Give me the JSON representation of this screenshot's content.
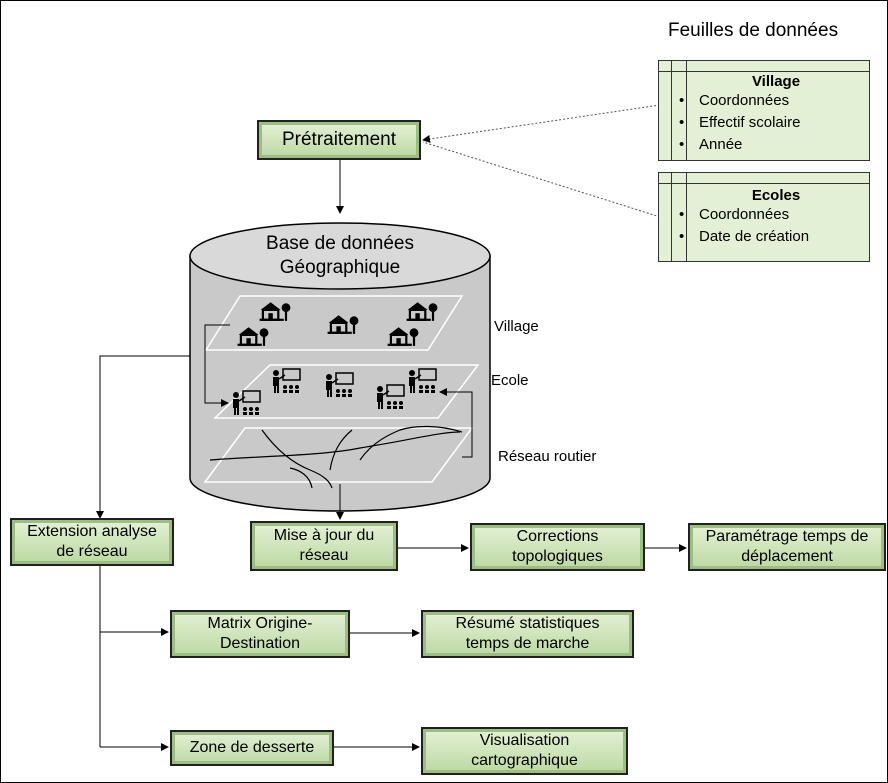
{
  "header": {
    "title": "Feuilles de données"
  },
  "sheets": {
    "village": {
      "title": "Village",
      "items": [
        "Coordonnées",
        "Effectif scolaire",
        "Année"
      ]
    },
    "ecoles": {
      "title": "Ecoles",
      "items": [
        "Coordonnées",
        "Date de création"
      ]
    }
  },
  "nodes": {
    "pretraitement": "Prétraitement",
    "database": {
      "line1": "Base de données",
      "line2": "Géographique"
    },
    "extension": {
      "line1": "Extension analyse",
      "line2": "de réseau"
    },
    "mise_a_jour": {
      "line1": "Mise à jour du",
      "line2": "réseau"
    },
    "corrections": {
      "line1": "Corrections",
      "line2": "topologiques"
    },
    "parametrage": {
      "line1": "Paramétrage temps de",
      "line2": "déplacement"
    },
    "matrix": {
      "line1": "Matrix Origine-",
      "line2": "Destination"
    },
    "resume": {
      "line1": "Résumé statistiques",
      "line2": "temps de marche"
    },
    "zone": "Zone de desserte",
    "visualisation": {
      "line1": "Visualisation",
      "line2": "cartographique"
    }
  },
  "layers": {
    "village": "Village",
    "ecole": "Ecole",
    "reseau": "Réseau routier"
  },
  "icons": [
    "house-tree-icon",
    "teacher-classroom-icon"
  ],
  "colors": {
    "box_fill": "#d5e8c4",
    "box_border": "#20221f",
    "cylinder": "#c9c9c9"
  }
}
